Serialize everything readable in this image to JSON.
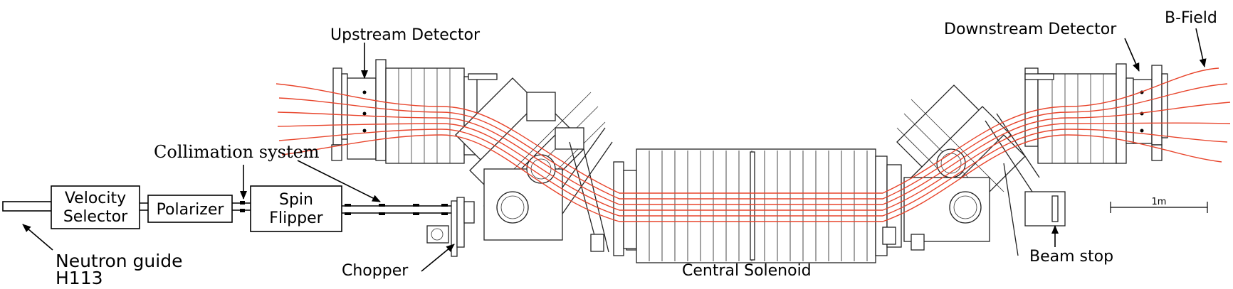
{
  "labels": {
    "upstream_detector": "Upstream Detector",
    "downstream_detector": "Downstream Detector",
    "b_field": "B-Field",
    "collimation_system": "Collimation system",
    "velocity_selector_line1": "Velocity",
    "velocity_selector_line2": "Selector",
    "polarizer": "Polarizer",
    "spin_flipper_line1": "Spin",
    "spin_flipper_line2": "Flipper",
    "neutron_guide_line1": "Neutron guide",
    "neutron_guide_line2": "H113",
    "chopper": "Chopper",
    "central_solenoid": "Central Solenoid",
    "beam_stop": "Beam stop",
    "scale_bar": "1m"
  },
  "colors": {
    "field_lines": "#e8452c",
    "outline": "#000000"
  }
}
